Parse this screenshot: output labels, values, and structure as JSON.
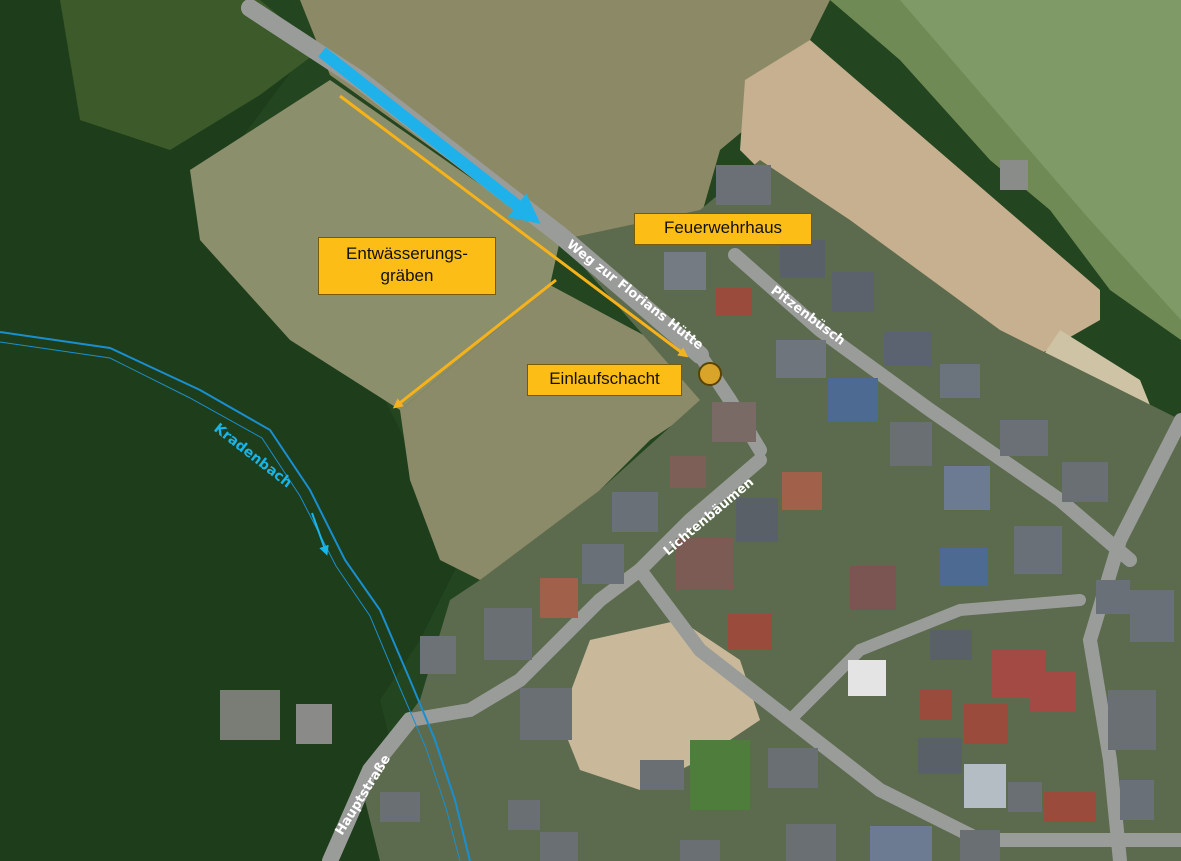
{
  "labels": {
    "feuerwehrhaus": "Feuerwehrhaus",
    "einlaufschacht": "Einlaufschacht",
    "entwaesserungsgraeben": "Entwässerungs-\ngräben"
  },
  "roads": {
    "weg_zur_florians_huette": "Weg zur Florians Hütte",
    "pitzenbuesch": "Pitzenbüsch",
    "lichtenbaeumen": "Lichtenbäumen",
    "hauptstrasse": "Hauptstraße"
  },
  "stream": {
    "name": "Kradenbach"
  },
  "colors": {
    "label_fill": "#fbbd16",
    "drainage_arrow": "#f6b21a",
    "flow_arrow": "#1fb2ea",
    "stream_line": "#1a8fd0",
    "manhole": "#d8a42a"
  },
  "icons": {
    "manhole": "circle-marker-icon",
    "flow": "arrow-icon"
  }
}
